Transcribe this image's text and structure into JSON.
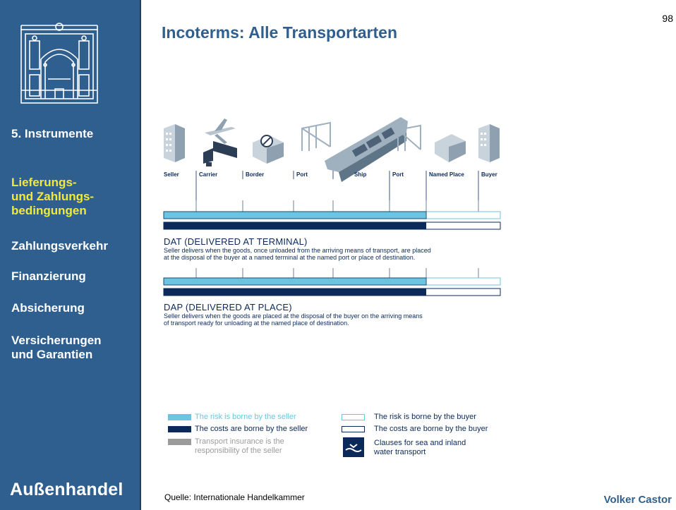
{
  "page_number": "98",
  "title": "Incoterms: Alle Transportarten",
  "sidebar": {
    "items": [
      {
        "label": "5. Instrumente"
      },
      {
        "label_lines": [
          "Lieferungs-",
          "und Zahlungs-",
          "bedingungen"
        ]
      },
      {
        "label": "Zahlungsverkehr"
      },
      {
        "label": "Finanzierung"
      },
      {
        "label": "Absicherung"
      },
      {
        "label_lines": [
          "Versicherungen",
          "und Garantien"
        ]
      }
    ],
    "brand": "Außenhandel"
  },
  "figure": {
    "stations": [
      "Seller",
      "Carrier",
      "Border",
      "Port",
      "Ship",
      "Port",
      "Named Place",
      "Buyer"
    ],
    "rules": [
      {
        "name": "DAT (DELIVERED AT TERMINAL)",
        "description_lines": [
          "Seller delivers when the goods, once unloaded from the arriving means of transport, are placed",
          "at the disposal of the buyer at a named terminal at the named port or place of destination."
        ],
        "seller_share": 0.78
      },
      {
        "name": "DAP (DELIVERED AT PLACE)",
        "description_lines": [
          "Seller delivers when the goods are placed at the disposal of the buyer on the arriving means",
          "of transport ready for unloading at the named place of destination."
        ],
        "seller_share": 0.78
      }
    ]
  },
  "legend": {
    "risk_seller": "The risk is borne by the seller",
    "costs_seller": "The costs are borne by the seller",
    "insurance_lines": [
      "Transport insurance is the",
      "responsibility of the seller"
    ],
    "risk_buyer": "The risk is borne by the buyer",
    "costs_buyer": "The costs are borne  by the buyer",
    "sea_lines": [
      "Clauses for sea and inland",
      "water transport"
    ]
  },
  "colors": {
    "sidebar": "#2f5f8e",
    "active_nav": "#f2ea3a",
    "risk_seller": "#6cc5e0",
    "costs_seller": "#0b2a5a",
    "insurance": "#9b9b9b",
    "title": "#2f5f8e"
  },
  "source": "Quelle: Internationale Handelkammer",
  "author": "Volker Castor"
}
